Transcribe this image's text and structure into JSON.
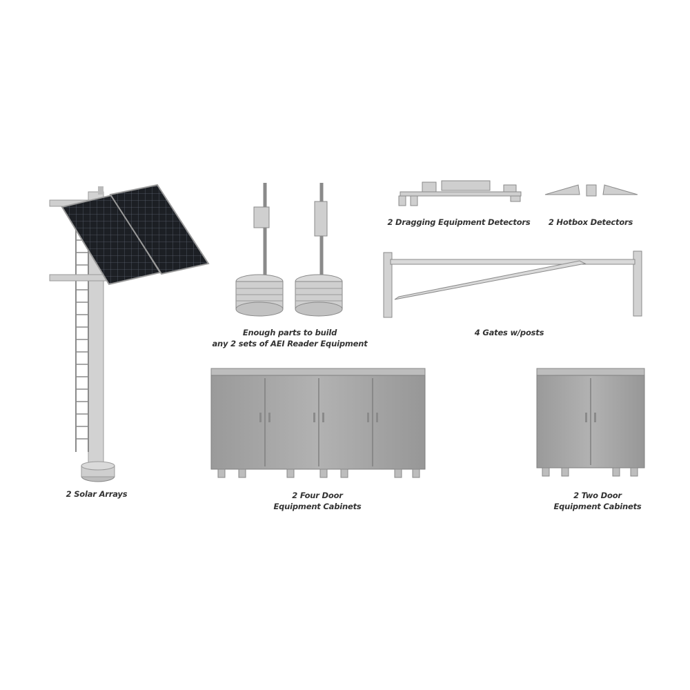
{
  "items": {
    "solar": {
      "caption": [
        "2 Solar Arrays"
      ]
    },
    "aei": {
      "caption": [
        "Enough parts to build",
        "any 2 sets of AEI Reader Equipment"
      ]
    },
    "dragging": {
      "caption": [
        "2 Dragging Equipment Detectors"
      ]
    },
    "hotbox": {
      "caption": [
        "2 Hotbox Detectors"
      ]
    },
    "gates": {
      "caption": [
        "4 Gates w/posts"
      ]
    },
    "four_door": {
      "caption": [
        "2 Four Door",
        "Equipment Cabinets"
      ]
    },
    "two_door": {
      "caption": [
        "2 Two Door",
        "Equipment Cabinets"
      ]
    }
  },
  "colors": {
    "metal": "#c4c4c4",
    "metal_dark": "#8f8f8f",
    "panel": "#1c1f24",
    "cabinet": "#a9a9a9"
  }
}
